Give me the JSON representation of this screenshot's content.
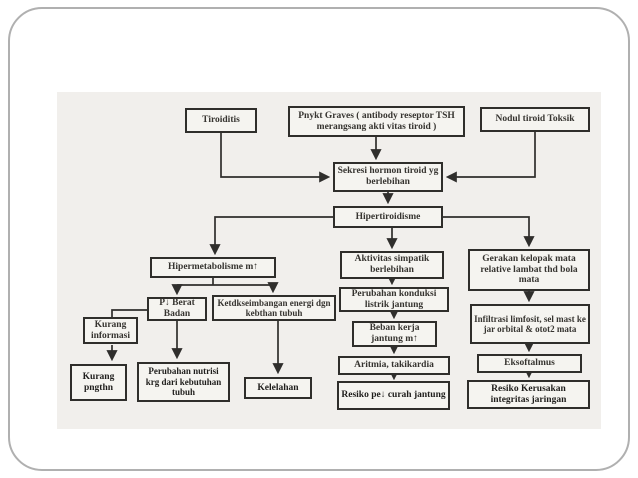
{
  "slide": {
    "background": "#ffffff",
    "border_color": "#b0b0b0"
  },
  "diagram": {
    "paper_color": "#f1efec",
    "box_fill": "#f5f4f0",
    "box_border_color": "#2f2e2b",
    "line_color": "#2f2e2c",
    "nodes": {
      "tiroiditis": "Tiroiditis",
      "graves": "Pnykt Graves ( antibody reseptor TSH merangsang akti vitas tiroid )",
      "nodul": "Nodul tiroid Toksik",
      "sekresi": "Sekresi hormon tiroid yg berlebihan",
      "hipertiroidisme": "Hipertiroidisme",
      "hipermetabolisme": "Hipermetabolisme m↑",
      "aktivitas": "Aktivitas simpatik berlebihan",
      "gerakan": "Gerakan kelopak mata relative lambat thd bola mata",
      "berat_badan": "P↓ Berat Badan",
      "ketidakseimbangan": "Ketdkseimbangan energi dgn kebthan tubuh",
      "konduksi": "Perubahan konduksi listrik jantung",
      "kurang_informasi": "Kurang informasi",
      "beban_kerja": "Beban kerja jantung m↑",
      "infiltrasi": "Infiltrasi limfosit, sel mast ke jar orbital & otot2 mata",
      "kurang_pengetahuan": "Kurang pngthn",
      "nutrisi": "Perubahan nutrisi krg dari kebutuhan tubuh",
      "kelelahan": "Kelelahan",
      "aritmia": "Aritmia, takikardia",
      "eksoftalmus": "Eksoftalmus",
      "resiko_curah": "Resiko pe↓ curah jantung",
      "resiko_kerusakan": "Resiko Kerusakan integritas jaringan"
    },
    "edges": [
      {
        "from": "tiroiditis",
        "to": "sekresi"
      },
      {
        "from": "graves",
        "to": "sekresi"
      },
      {
        "from": "nodul",
        "to": "sekresi"
      },
      {
        "from": "sekresi",
        "to": "hipertiroidisme"
      },
      {
        "from": "hipertiroidisme",
        "to": "hipermetabolisme"
      },
      {
        "from": "hipertiroidisme",
        "to": "aktivitas"
      },
      {
        "from": "hipertiroidisme",
        "to": "gerakan"
      },
      {
        "from": "hipermetabolisme",
        "to": "berat_badan"
      },
      {
        "from": "hipermetabolisme",
        "to": "ketidakseimbangan"
      },
      {
        "from": "berat_badan",
        "to": "kurang_informasi"
      },
      {
        "from": "kurang_informasi",
        "to": "kurang_pengetahuan"
      },
      {
        "from": "berat_badan",
        "to": "nutrisi"
      },
      {
        "from": "ketidakseimbangan",
        "to": "kelelahan"
      },
      {
        "from": "aktivitas",
        "to": "konduksi"
      },
      {
        "from": "konduksi",
        "to": "beban_kerja"
      },
      {
        "from": "beban_kerja",
        "to": "aritmia"
      },
      {
        "from": "aritmia",
        "to": "resiko_curah"
      },
      {
        "from": "gerakan",
        "to": "infiltrasi"
      },
      {
        "from": "infiltrasi",
        "to": "eksoftalmus"
      },
      {
        "from": "eksoftalmus",
        "to": "resiko_kerusakan"
      }
    ]
  }
}
